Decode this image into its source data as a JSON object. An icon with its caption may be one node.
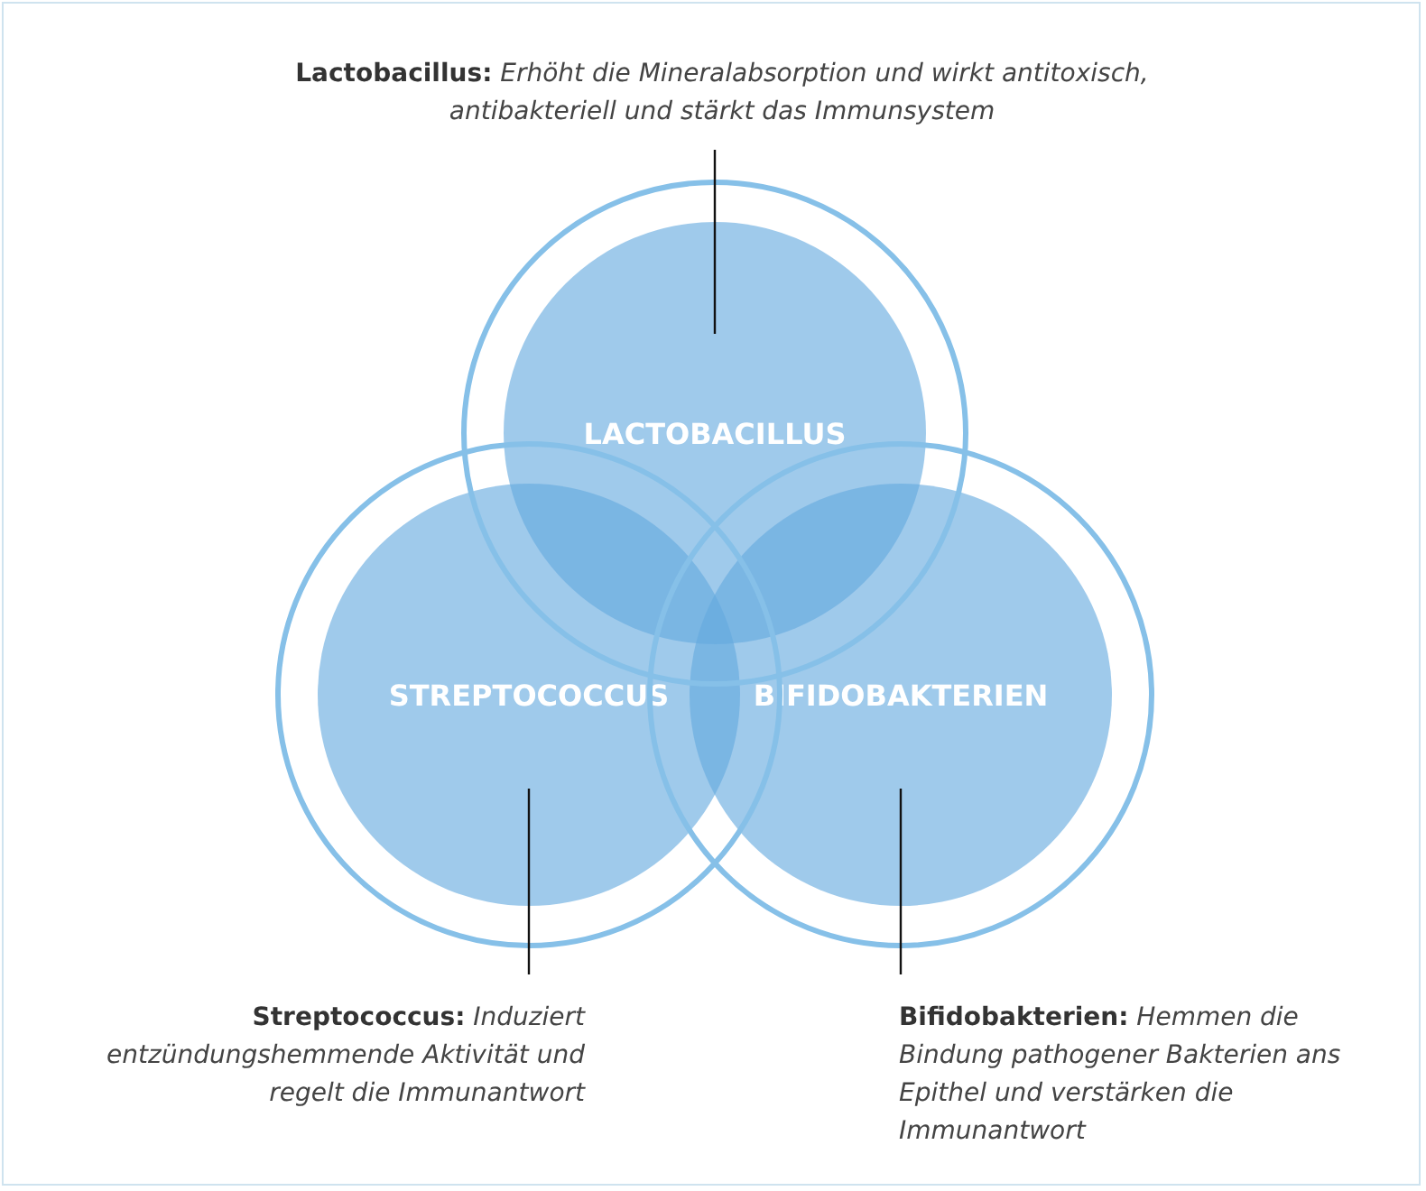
{
  "diagram": {
    "nodes": [
      {
        "text": [
          "**Lactobacillus:** *Erhöht die Mineralabsorption und wirkt antitoxisch, antibakteriell und stärkt das Immunsystem*"
        ]
      },
      {
        "text": [
          "LACTOBACILLUS"
        ]
      },
      {
        "text": [
          "STREPTOCOCCUS"
        ]
      },
      {
        "text": [
          "BIFIDOBAKTERIEN"
        ]
      },
      {
        "text": [
          "**Streptococcus:** *Induziert entzündungshemmende Aktivität und regelt die Immunantwort*"
        ]
      },
      {
        "text": [
          "**Bifidobakterien:** *Hemmen die Bindung pathogener Bakterien ans Epithel und verstärken die Immunantwort*"
        ]
      }
    ],
    "edges": [
      {
        "from": 0,
        "to": 1,
        "arrow": "none"
      },
      {
        "from": 4,
        "to": 2,
        "arrow": "none"
      },
      {
        "from": 5,
        "to": 3,
        "arrow": "none"
      }
    ]
  }
}
